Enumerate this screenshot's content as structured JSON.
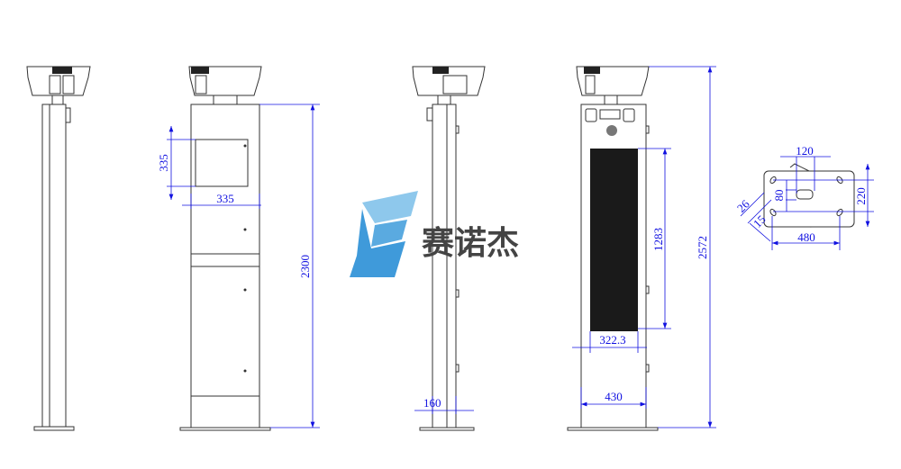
{
  "brand": {
    "name": "赛诺杰",
    "colors": {
      "light": "#8ec8ec",
      "dark": "#2a8fd6",
      "text": "#444444"
    }
  },
  "colors": {
    "dimension": "#1010e0",
    "outline": "#333333"
  },
  "views": {
    "front_door": {
      "window_height": "335",
      "window_width": "335",
      "total_height": "2300"
    },
    "side": {
      "pole_width": "160"
    },
    "front_led": {
      "led_height": "1283",
      "led_width": "322.3",
      "cabinet_width": "430",
      "overall_height": "2572"
    },
    "base_plate": {
      "hole_spacing_x": "120",
      "dim_80": "80",
      "hole_spacing_y": "220",
      "plate_width": "480",
      "slot_26": "26",
      "slot_15": "15"
    }
  }
}
